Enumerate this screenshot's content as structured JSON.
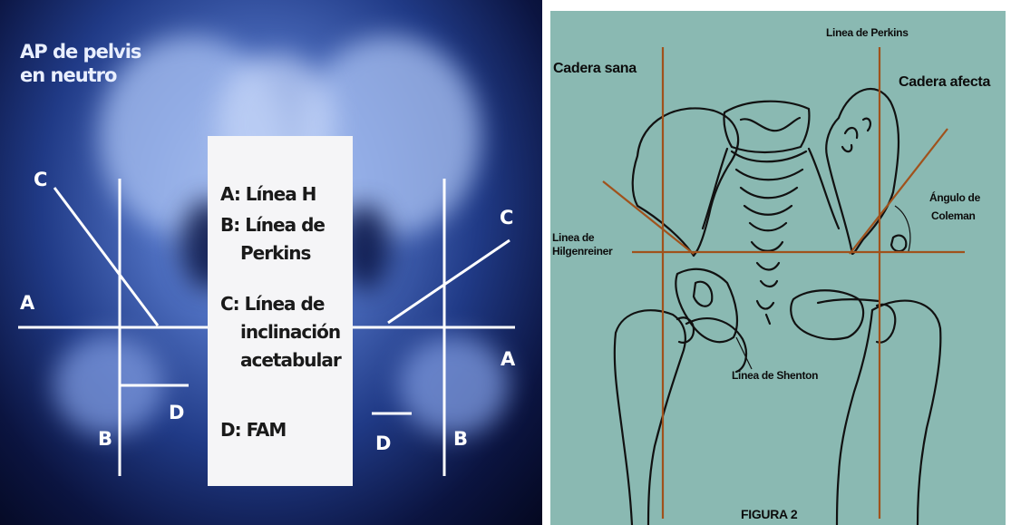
{
  "left_panel": {
    "caption": "AP de pelvis\nen neutro",
    "line_labels": {
      "c_left": "C",
      "c_right": "C",
      "a_left": "A",
      "a_right": "A",
      "d_left": "D",
      "d_right": "D",
      "b_left": "B",
      "b_right": "B"
    },
    "legend": [
      {
        "lines": [
          "A: Línea H"
        ]
      },
      {
        "lines": [
          "B: Línea de",
          "Perkins"
        ]
      },
      {
        "lines": [
          "C: Línea de",
          "inclinación",
          "acetabular"
        ]
      },
      {
        "lines": [
          "D: FAM"
        ]
      }
    ]
  },
  "right_panel": {
    "labels": {
      "perkins": "Linea de Perkins",
      "cadera_sana": "Cadera sana",
      "cadera_afecta": "Cadera afecta",
      "angulo_line1": "Ángulo de",
      "angulo_line2": "Coleman",
      "hilgenreiner_line1": "Linea de",
      "hilgenreiner_line2": "Hilgenreiner",
      "shenton": "Linea de Shenton",
      "figura": "FIGURA 2"
    },
    "line_color": "#a0521c"
  }
}
